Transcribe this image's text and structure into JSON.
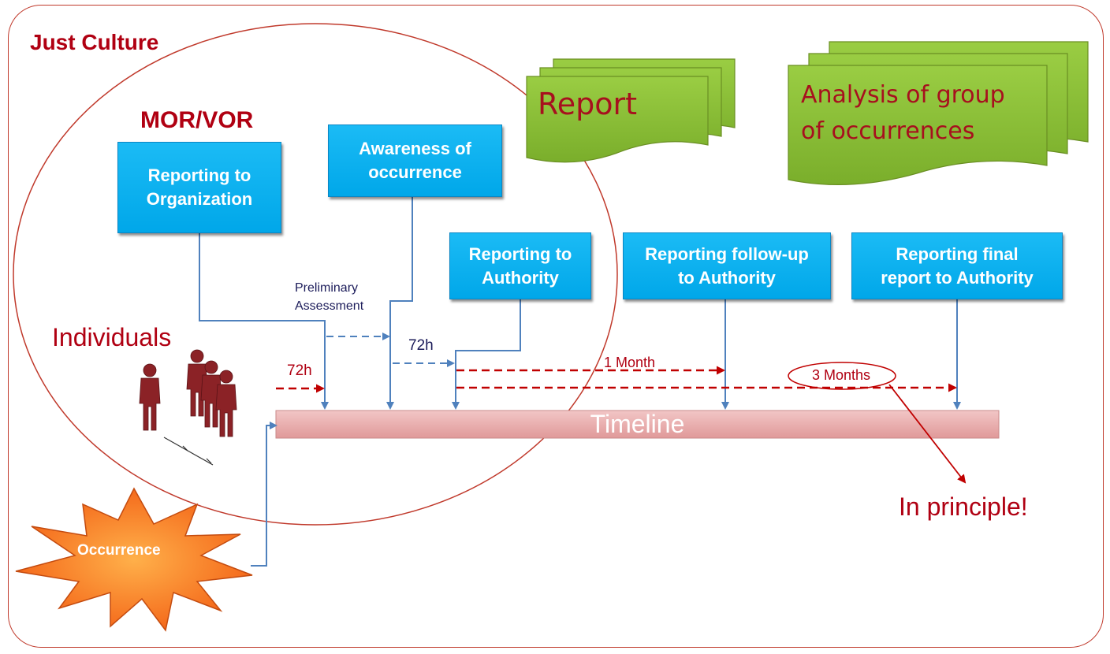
{
  "title": "Just Culture",
  "mor_vor_label": "MOR/VOR",
  "individuals_label": "Individuals",
  "boxes": {
    "reporting_to_organization": "Reporting to\nOrganization",
    "awareness_of_occurrence": "Awareness of\noccurrence",
    "reporting_to_authority": "Reporting to\nAuthority",
    "reporting_follow_up": "Reporting follow-up\nto Authority",
    "reporting_final": "Reporting final\nreport to Authority"
  },
  "documents": {
    "report": "Report",
    "analysis": "Analysis of group\nof occurrences"
  },
  "labels": {
    "preliminary_assessment": "Preliminary\nAssessment",
    "h72_a": "72h",
    "h72_b": "72h",
    "one_month": "1 Month",
    "three_months": "3 Months",
    "in_principle": "In principle!"
  },
  "timeline_label": "Timeline",
  "occurrence_label": "Occurrence",
  "colors": {
    "box_blue": "#00a7e9",
    "connector_blue": "#4f81bd",
    "deadline_red": "#c00000",
    "title_red": "#b00012",
    "document_green": "#8fc23b",
    "timeline_pink": "#e6a3a3",
    "burst_orange": "#f26b1d"
  }
}
